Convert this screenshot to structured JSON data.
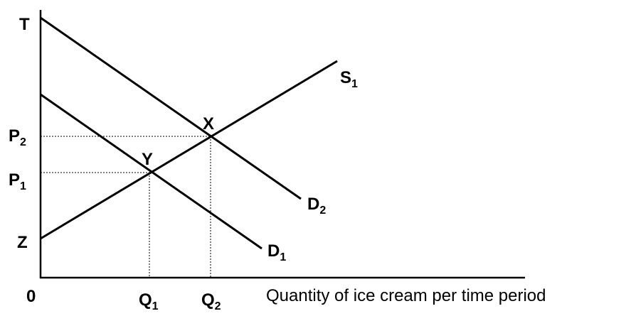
{
  "labels": {
    "T": "T",
    "Z": "Z",
    "origin": "0",
    "X": "X",
    "Y": "Y",
    "S1": {
      "main": "S",
      "sub": "1"
    },
    "D1": {
      "main": "D",
      "sub": "1"
    },
    "D2": {
      "main": "D",
      "sub": "2"
    },
    "P1": {
      "main": "P",
      "sub": "1"
    },
    "P2": {
      "main": "P",
      "sub": "2"
    },
    "Q1": {
      "main": "Q",
      "sub": "1"
    },
    "Q2": {
      "main": "Q",
      "sub": "2"
    }
  },
  "x_axis_title": "Quantity of ice cream per time period",
  "colors": {
    "line": "#000000",
    "background": "#ffffff"
  }
}
